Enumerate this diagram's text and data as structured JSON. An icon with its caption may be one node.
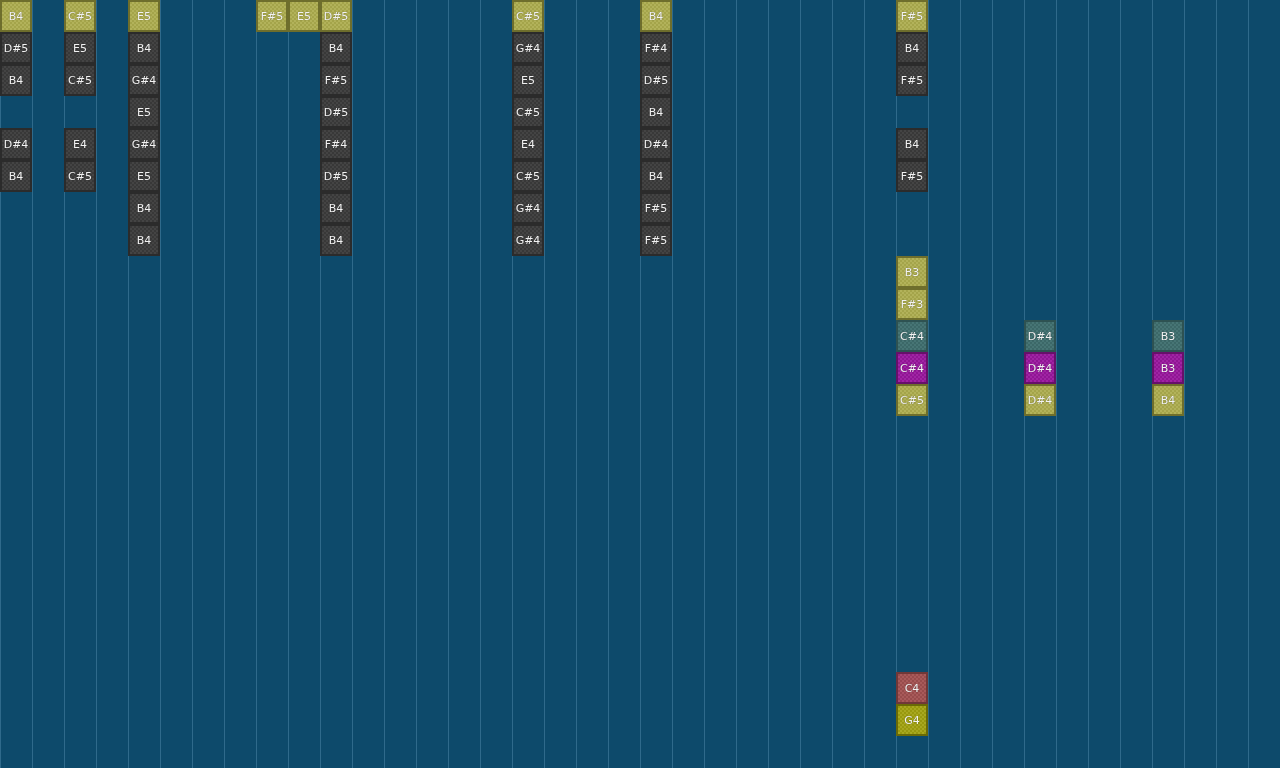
{
  "diagram": {
    "nodes": [
      {
        "text": [
          "B4"
        ]
      },
      {
        "text": [
          "C#5"
        ]
      },
      {
        "text": [
          "E5"
        ]
      },
      {
        "text": [
          "F#5"
        ]
      },
      {
        "text": [
          "E5"
        ]
      },
      {
        "text": [
          "D#5"
        ]
      },
      {
        "text": [
          "C#5"
        ]
      },
      {
        "text": [
          "B4"
        ]
      },
      {
        "text": [
          "F#5"
        ]
      },
      {
        "text": [
          "D#5"
        ]
      },
      {
        "text": [
          "E5"
        ]
      },
      {
        "text": [
          "B4"
        ]
      },
      {
        "text": [
          "B4"
        ]
      },
      {
        "text": [
          "G#4"
        ]
      },
      {
        "text": [
          "F#4"
        ]
      },
      {
        "text": [
          "B4"
        ]
      },
      {
        "text": [
          "B4"
        ]
      },
      {
        "text": [
          "C#5"
        ]
      },
      {
        "text": [
          "G#4"
        ]
      },
      {
        "text": [
          "F#5"
        ]
      },
      {
        "text": [
          "E5"
        ]
      },
      {
        "text": [
          "D#5"
        ]
      },
      {
        "text": [
          "F#5"
        ]
      },
      {
        "text": [
          "E5"
        ]
      },
      {
        "text": [
          "D#5"
        ]
      },
      {
        "text": [
          "C#5"
        ]
      },
      {
        "text": [
          "B4"
        ]
      },
      {
        "text": [
          "D#4"
        ]
      },
      {
        "text": [
          "E4"
        ]
      },
      {
        "text": [
          "G#4"
        ]
      },
      {
        "text": [
          "F#4"
        ]
      },
      {
        "text": [
          "E4"
        ]
      },
      {
        "text": [
          "D#4"
        ]
      },
      {
        "text": [
          "B4"
        ]
      },
      {
        "text": [
          "B4"
        ]
      },
      {
        "text": [
          "C#5"
        ]
      },
      {
        "text": [
          "E5"
        ]
      },
      {
        "text": [
          "D#5"
        ]
      },
      {
        "text": [
          "C#5"
        ]
      },
      {
        "text": [
          "B4"
        ]
      },
      {
        "text": [
          "F#5"
        ]
      },
      {
        "text": [
          "B4"
        ]
      },
      {
        "text": [
          "B4"
        ]
      },
      {
        "text": [
          "G#4"
        ]
      },
      {
        "text": [
          "F#5"
        ]
      },
      {
        "text": [
          "B4"
        ]
      },
      {
        "text": [
          "B4"
        ]
      },
      {
        "text": [
          "G#4"
        ]
      },
      {
        "text": [
          "F#5"
        ]
      },
      {
        "text": [
          "B3"
        ]
      },
      {
        "text": [
          "F#3"
        ]
      },
      {
        "text": [
          "C#4"
        ]
      },
      {
        "text": [
          "D#4"
        ]
      },
      {
        "text": [
          "B3"
        ]
      },
      {
        "text": [
          "C#4"
        ]
      },
      {
        "text": [
          "D#4"
        ]
      },
      {
        "text": [
          "B3"
        ]
      },
      {
        "text": [
          "C#5"
        ]
      },
      {
        "text": [
          "D#4"
        ]
      },
      {
        "text": [
          "B4"
        ]
      },
      {
        "text": [
          "C4"
        ]
      },
      {
        "text": [
          "G4"
        ]
      }
    ]
  }
}
